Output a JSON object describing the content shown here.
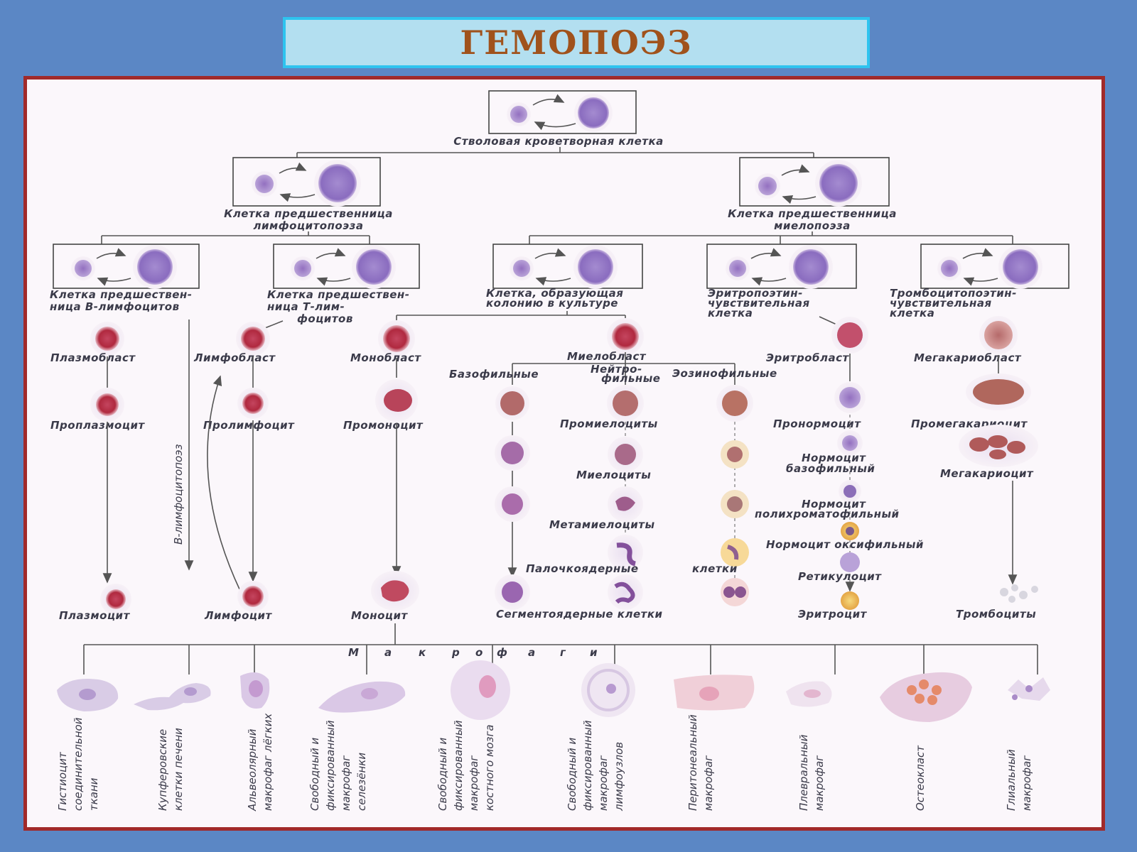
{
  "title": "ГЕМОПОЭЗ",
  "colors": {
    "background": "#5b87c5",
    "title_bg": "#b3dff0",
    "title_border": "#2ec3ef",
    "title_text": "#a0521c",
    "panel_border": "#a12a2a",
    "cell_stem": "#9a7cc4",
    "cell_blast": "#b32045"
  },
  "stem": {
    "label": "Стволовая кроветворная клетка"
  },
  "precursor_lymph": {
    "line1": "Клетка предшественница",
    "line2": "лимфоцитопоэза"
  },
  "precursor_myelo": {
    "line1": "Клетка предшественница",
    "line2": "миелопоэза"
  },
  "b_precursor": {
    "line1": "Клетка предшествен-",
    "line2": "ница  В-лимфоцитов"
  },
  "t_precursor": {
    "line1": "Клетка предшествен-",
    "line2": "ница  Т-лим-",
    "line3": "фоцитов"
  },
  "cfu": {
    "line1": "Клетка, образующая",
    "line2": "колонию в культуре"
  },
  "erythro_sens": {
    "line1": "Эритропоэтин-",
    "line2": "чувствительная",
    "line3": "клетка"
  },
  "thrombo_sens": {
    "line1": "Тромбоцитопоэтин-",
    "line2": "чувствительная",
    "line3": "клетка"
  },
  "cells": {
    "plasmoblast": "Плазмобласт",
    "lymphoblast": "Лимфобласт",
    "monoblast": "Монобласт",
    "myeloblast": "Миелобласт",
    "erythroblast": "Эритробласт",
    "megakaryoblast": "Мегакариобласт",
    "basophilic": "Базофильные",
    "neutro1": "Нейтро-",
    "neutro2": "фильные",
    "eosinophilic": "Эозинофильные",
    "proplasmocyte": "Проплазмоцит",
    "prolymphocyte": "Пролимфоцит",
    "promonocyte": "Промоноцит",
    "promyelocytes": "Промиелоциты",
    "pronormocyte": "Пронормоцит",
    "promegakaryocyte": "Промегакариоцит",
    "myelocytes": "Миелоциты",
    "normocyte_baso1": "Нормоцит",
    "normocyte_baso2": "базофильный",
    "megakaryocyte": "Мегакариоцит",
    "normocyte_poly1": "Нормоцит",
    "normocyte_poly2": "полихроматофильный",
    "metamyelocytes": "Метамиелоциты",
    "normocyte_oxy": "Нормоцит  оксифильный",
    "band": "Палочкоядерные",
    "band_cells": "клетки",
    "reticulocyte": "Ретикулоцит",
    "b_lymphopoiesis": "В-лимфоцитопоэз",
    "plasmocyte": "Плазмоцит",
    "lymphocyte": "Лимфоцит",
    "monocyte": "Моноцит",
    "segmented": "Сегментоядерные  клетки",
    "erythrocyte": "Эритроцит",
    "platelets": "Тромбоциты"
  },
  "macrophages_label": [
    "М",
    "а",
    "к",
    "р",
    "о",
    "ф",
    "а",
    "г",
    "и"
  ],
  "macrophages": [
    {
      "lines": [
        "Гистиоцит",
        "соединительной",
        "ткани"
      ]
    },
    {
      "lines": [
        "Купферовские",
        "клетки печени"
      ]
    },
    {
      "lines": [
        "Альвеолярный",
        "макрофаг лёгких"
      ]
    },
    {
      "lines": [
        "Свободный и",
        "фиксированный",
        "макрофаг",
        "селезёнки"
      ]
    },
    {
      "lines": [
        "Свободный и",
        "фиксированный",
        "макрофаг",
        "костного мозга"
      ]
    },
    {
      "lines": [
        "Свободный и",
        "фиксированный",
        "макрофаг",
        "лимфоузлов"
      ]
    },
    {
      "lines": [
        "Перитонеальный",
        "макрофаг"
      ]
    },
    {
      "lines": [
        "Плевральный",
        "макрофаг"
      ]
    },
    {
      "lines": [
        "Остеокласт"
      ]
    },
    {
      "lines": [
        "Глиальный",
        "макрофаг"
      ]
    }
  ]
}
